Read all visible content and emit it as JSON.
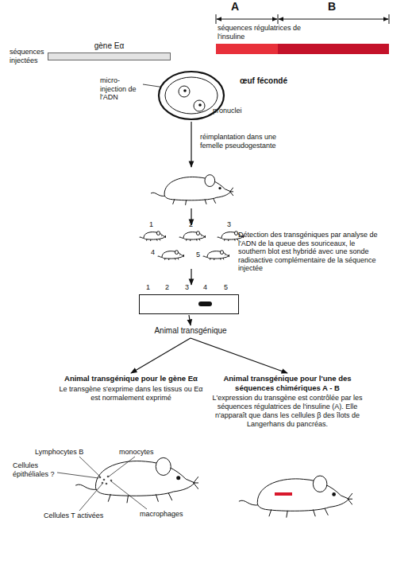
{
  "diagram": {
    "nodes": [
      {
        "text": [
          "gène Eα"
        ]
      },
      {
        "text": [
          "séquences régulatrices de l'insuline"
        ]
      },
      {
        "text": [
          "œuf fécondé"
        ]
      },
      {
        "text": [
          "1",
          "2",
          "3",
          "4",
          "5"
        ]
      },
      {
        "text": [
          "Animal transgénique"
        ]
      },
      {
        "text": [
          "Animal transgénique pour le gène Eα",
          "Le transgène s'exprime dans les tissus ou Eα est normalement exprimé"
        ]
      },
      {
        "text": [
          "Animal transgénique pour l'une des séquences chimériques A - B",
          "L'expression du transgène est contrôlée par les séquences régulatrices de l'insuline (A). Elle n'apparaît que dans les cellules β des îlots de Langerhans du pancréas."
        ]
      }
    ],
    "edges": [
      {
        "from": 3,
        "to": 4,
        "arrow": "to"
      },
      {
        "from": 4,
        "to": 5,
        "arrow": "to"
      },
      {
        "from": 4,
        "to": 6,
        "arrow": "to"
      }
    ],
    "labels": [
      "A",
      "B",
      "séquences injectées",
      "micro-injection de l'ADN",
      "pronuclei",
      "réimplantation dans une femelle pseudogestante",
      "1",
      "2",
      "3",
      "4",
      "5",
      "Détection des transgéniques par analyse de l'ADN de la queue des souriceaux, le southern blot est hybridé avec une sonde radioactive complémentaire de la séquence injectée",
      "Lymphocytes B",
      "monocytes",
      "Cellules épithéliales ?",
      "Cellules T activées",
      "macrophages"
    ]
  }
}
